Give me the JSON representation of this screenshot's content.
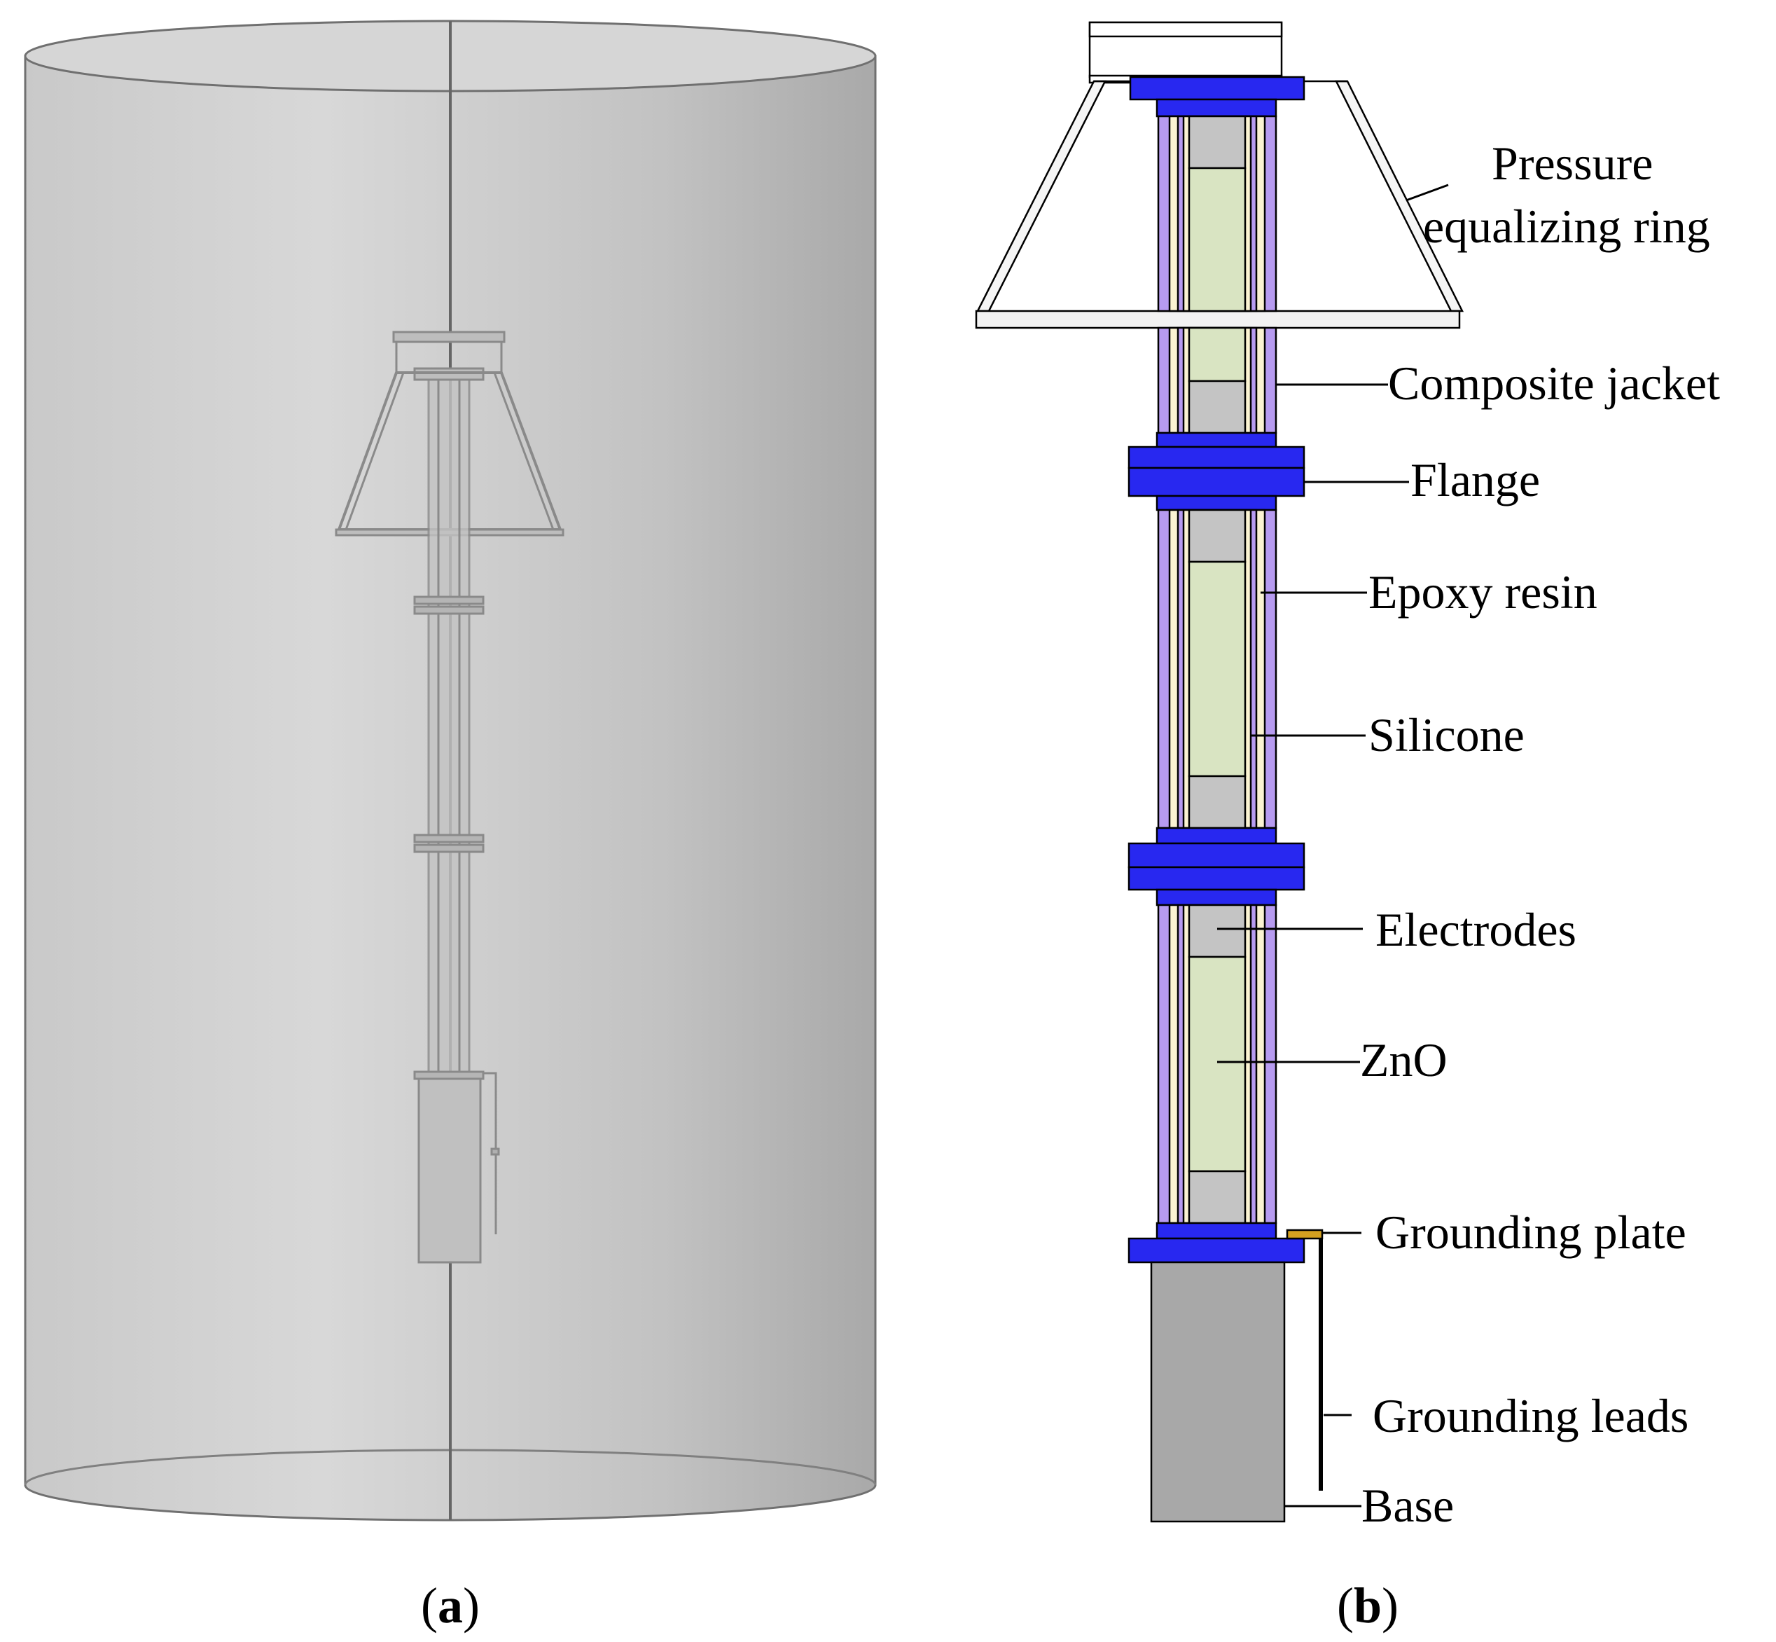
{
  "panels": [
    {
      "id": "a",
      "caption_open": "(",
      "caption_letter": "a",
      "caption_close": ")"
    },
    {
      "id": "b",
      "caption_open": "(",
      "caption_letter": "b",
      "caption_close": ")"
    }
  ],
  "labels": {
    "pressure_1": "Pressure",
    "pressure_2": "equalizing ring",
    "composite_jacket": "Composite jacket",
    "flange": "Flange",
    "epoxy_resin": "Epoxy resin",
    "silicone": "Silicone",
    "electrodes": "Electrodes",
    "zno": "ZnO",
    "grounding_plate": "Grounding plate",
    "grounding_leads": "Grounding leads",
    "base": "Base"
  },
  "colors": {
    "flange": "#2828f0",
    "composite_jacket": "#b79bf0",
    "epoxy_resin": "#fbf3d2",
    "zno": "#d9e4c2",
    "electrodes": "#c4c4c4",
    "base": "#a8a8a8",
    "grounding_plate": "#d4a020",
    "cylinder": "#c8c8c8"
  }
}
